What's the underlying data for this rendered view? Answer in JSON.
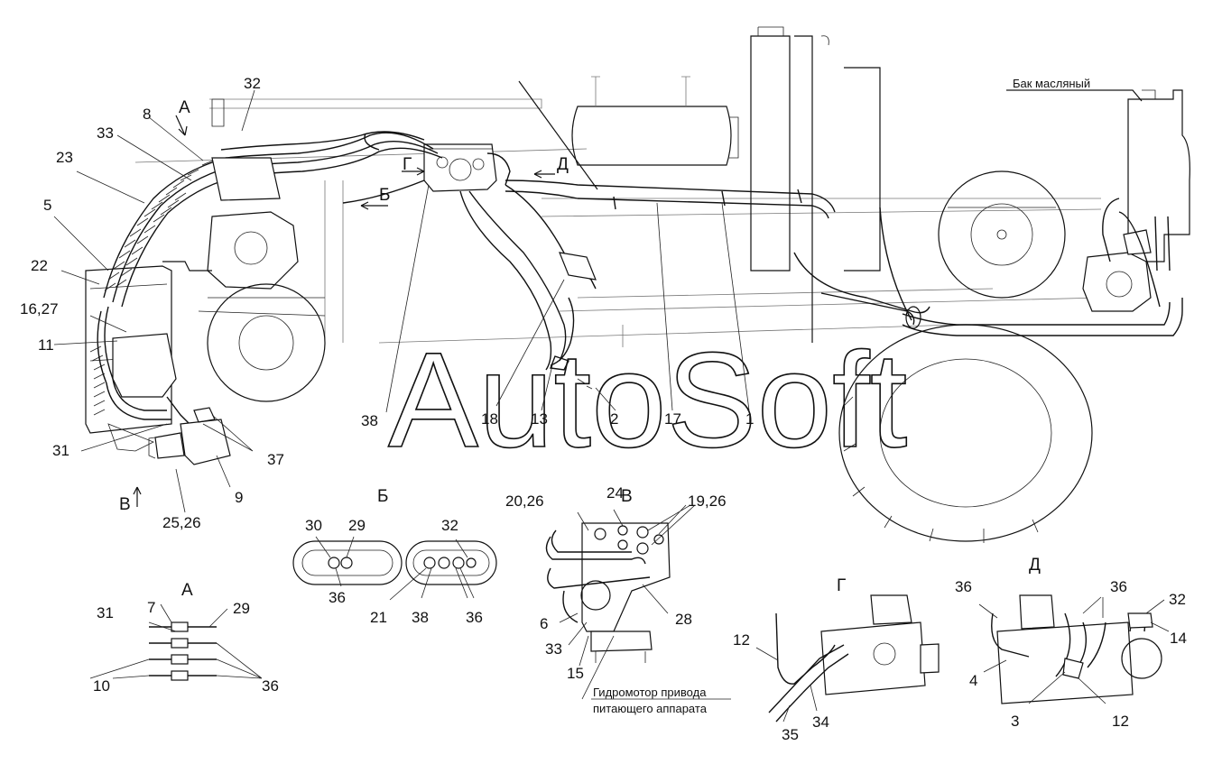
{
  "watermark": "AutoSoft",
  "captions": {
    "oil_tank": "Бак масляный",
    "hydromotor_line1": "Гидромотор привода",
    "hydromotor_line2": "питающего аппарата"
  },
  "view_letters": {
    "a_top": "А",
    "b_main": "Б",
    "v_bottom": "В",
    "g_main": "Г",
    "d_main": "Д",
    "b_view": "Б",
    "v_view": "В",
    "a_view": "А",
    "g_view": "Г",
    "d_view": "Д"
  },
  "callouts": {
    "c32_top": "32",
    "c8": "8",
    "c33": "33",
    "c23": "23",
    "c5": "5",
    "c22": "22",
    "c16_27": "16,27",
    "c11": "11",
    "c31": "31",
    "c37": "37",
    "c9": "9",
    "c25_26": "25,26",
    "c38": "38",
    "c18": "18",
    "c13": "13",
    "c2": "2",
    "c17": "17",
    "c1": "1",
    "b30": "30",
    "b29": "29",
    "b32": "32",
    "b36a": "36",
    "b21": "21",
    "b38": "38",
    "b36b": "36",
    "v20_26": "20,26",
    "v24": "24",
    "v19_26": "19,26",
    "v6": "6",
    "v33": "33",
    "v15": "15",
    "v28": "28",
    "a7": "7",
    "a31": "31",
    "a29": "29",
    "a10": "10",
    "a36": "36",
    "g12": "12",
    "g35": "35",
    "g34": "34",
    "d36a": "36",
    "d36b": "36",
    "d32": "32",
    "d14": "14",
    "d4": "4",
    "d3": "3",
    "d12": "12"
  }
}
